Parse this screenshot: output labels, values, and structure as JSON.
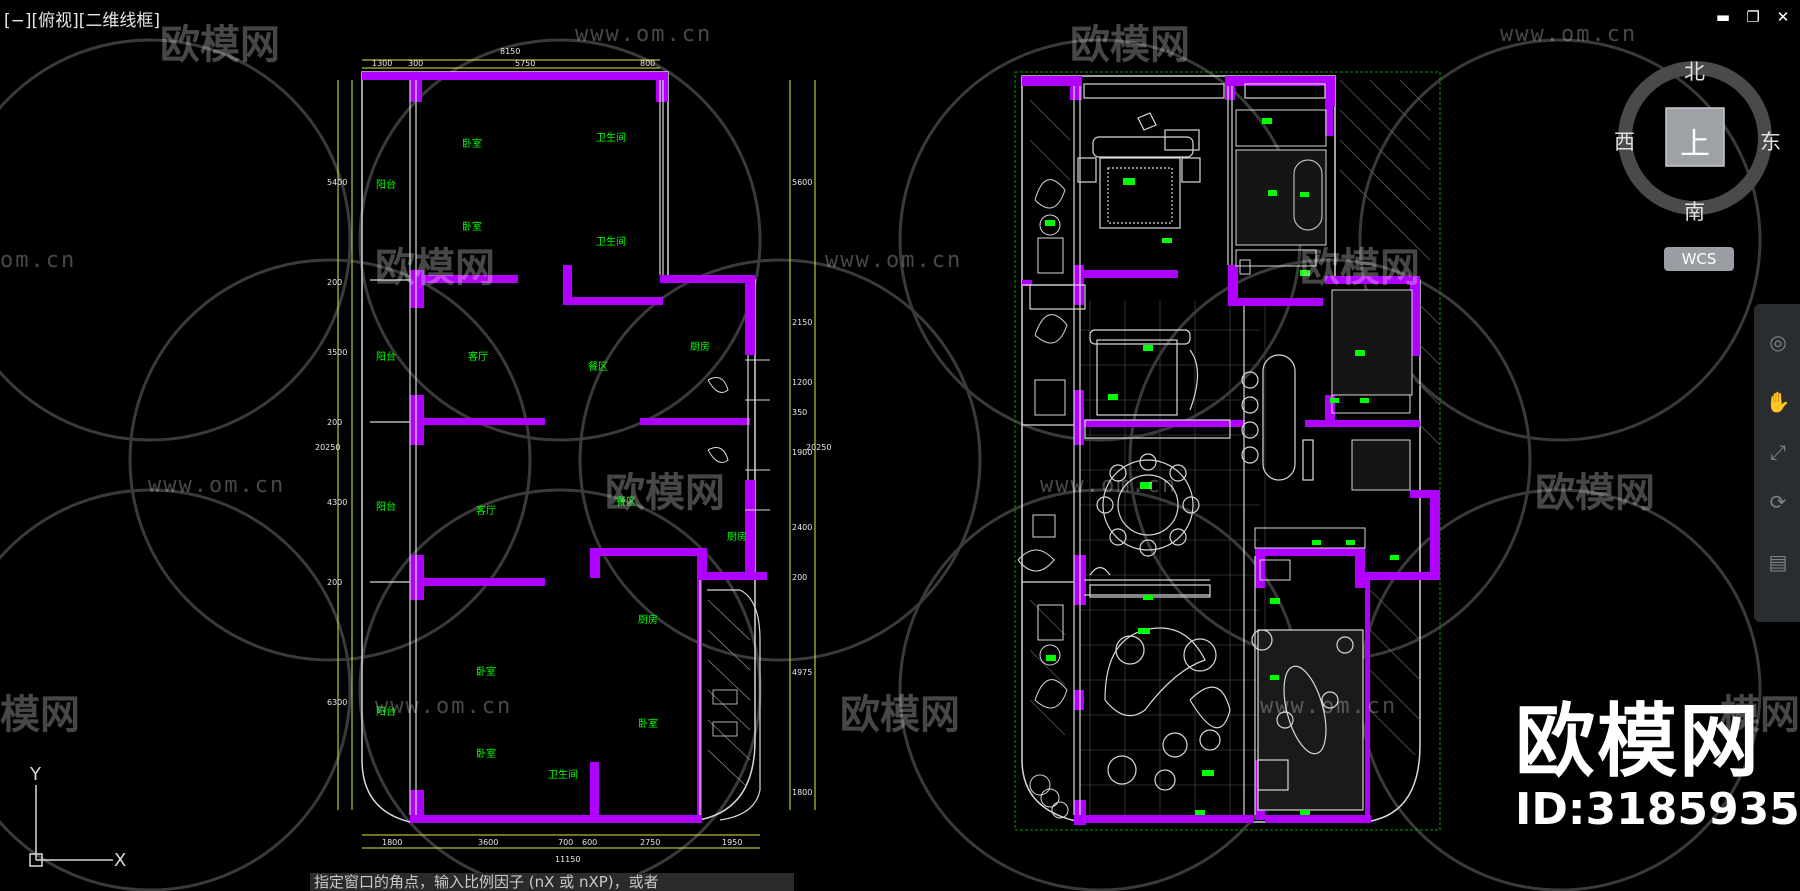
{
  "viewport": {
    "label": "[−][俯视][二维线框]"
  },
  "window_controls": {
    "minimize": "▬",
    "restore": "❐",
    "close": "✕"
  },
  "viewcube": {
    "north": "北",
    "south": "南",
    "west": "西",
    "east": "东",
    "top_face": "上",
    "wcs_label": "WCS"
  },
  "command_line": {
    "text": "指定窗口的角点，输入比例因子 (nX 或 nXP)，或者"
  },
  "ucs": {
    "x_label": "X",
    "y_label": "Y"
  },
  "brand": {
    "name": "欧模网",
    "id": "ID:3185935"
  },
  "watermarks": {
    "logo_text": "欧模网",
    "url_text": "www.om.cn",
    "url_fragment": "om.cn",
    "logo_fragment": "模网"
  },
  "left_plan": {
    "dims_top_total": "8150",
    "dims_top": [
      "1300",
      "300",
      "5750",
      "800"
    ],
    "dims_bottom_total": "11150",
    "dims_bottom": [
      "1800",
      "3600",
      "700",
      "600",
      "2750",
      "1950"
    ],
    "dims_left": [
      "5400",
      "200",
      "3500",
      "200",
      "4300",
      "200",
      "6300"
    ],
    "dims_left_total": "20250",
    "dims_right": [
      "5600",
      "2150",
      "1200",
      "350",
      "1900",
      "2400",
      "200",
      "4975",
      "1800"
    ],
    "dims_right_total": "20250",
    "rooms": [
      "卧室",
      "卫生间",
      "阳台",
      "卧室",
      "卫生间",
      "阳台",
      "客厅",
      "餐区",
      "厨房",
      "阳台",
      "客厅",
      "餐区",
      "厨房",
      "厨房",
      "卧室",
      "阳台",
      "卧室",
      "卧室",
      "卫生间"
    ]
  },
  "colors": {
    "wall": "#b000ff",
    "text_green": "#00ff00",
    "line_white": "#d8d8d8",
    "dim_yellow": "#e8e840",
    "dashed_green": "#00a000"
  }
}
